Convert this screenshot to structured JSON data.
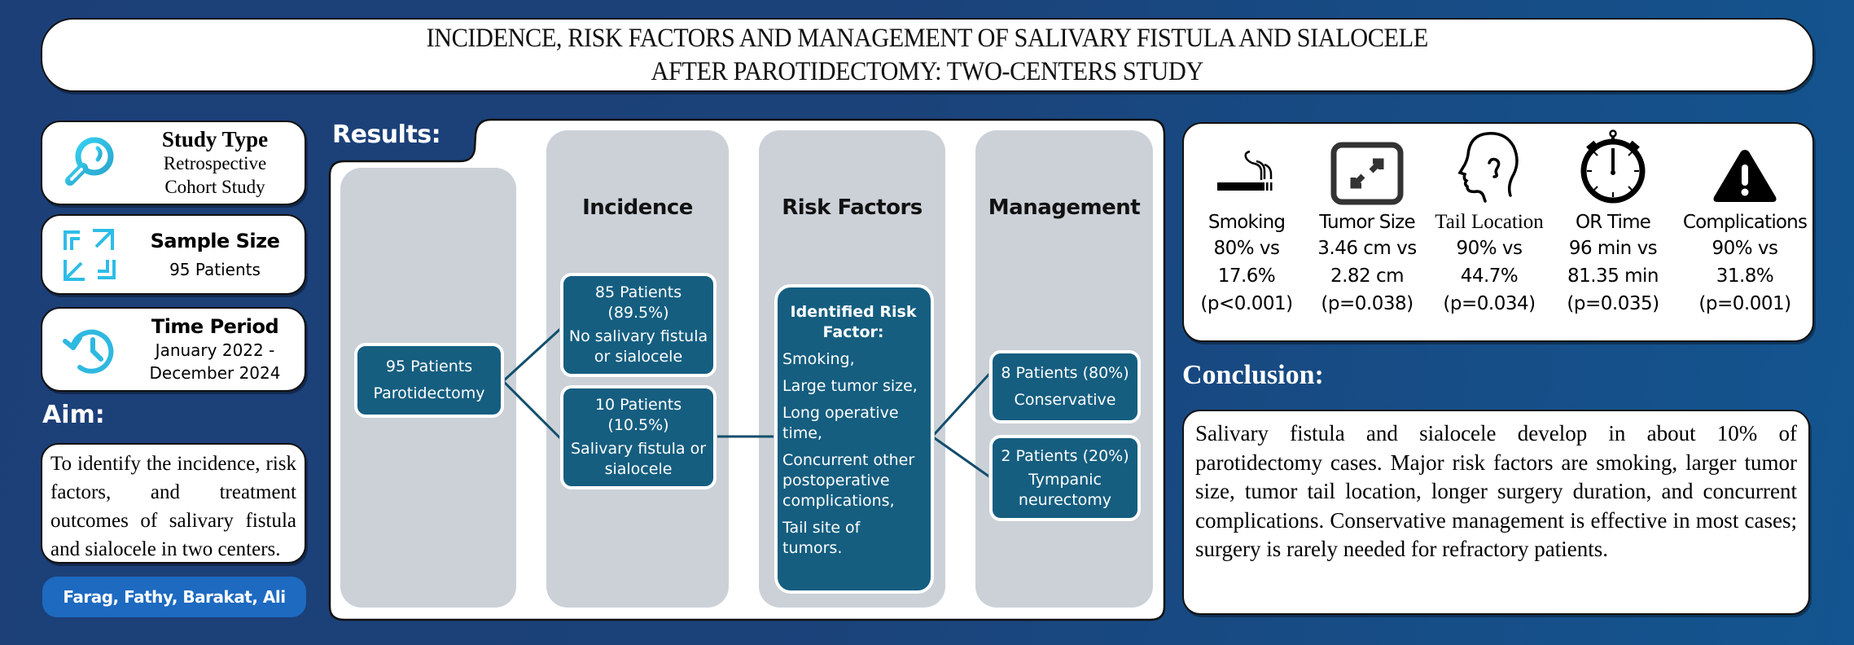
{
  "title": {
    "line1": "INCIDENCE, RISK FACTORS AND MANAGEMENT OF SALIVARY FISTULA AND SIALOCELE",
    "line2": "AFTER PAROTIDECTOMY: TWO-CENTERS STUDY"
  },
  "info_cards": [
    {
      "icon": "magnifier-icon",
      "heading": "Study Type",
      "lines": [
        "Retrospective",
        "Cohort Study"
      ]
    },
    {
      "icon": "expand-arrows-icon",
      "heading": "Sample Size",
      "lines": [
        "95 Patients"
      ]
    },
    {
      "icon": "history-clock-icon",
      "heading": "Time Period",
      "lines": [
        "January 2022 -",
        "December 2024"
      ]
    }
  ],
  "aim": {
    "label": "Aim:",
    "text": "To identify the incidence, risk factors, and treatment outcomes of salivary fistula and sialocele in two centers."
  },
  "authors": "Farag, Fathy, Barakat, Ali",
  "results": {
    "label": "Results:",
    "columns": [
      {
        "heading": ""
      },
      {
        "heading": "Incidence"
      },
      {
        "heading": "Risk Factors"
      },
      {
        "heading": "Management"
      }
    ],
    "root": {
      "line1": "95 Patients",
      "line2": "Parotidectomy"
    },
    "incidence": [
      {
        "count": "85 Patients",
        "pct": "(89.5%)",
        "label": "No salivary fistula or sialocele"
      },
      {
        "count": "10 Patients",
        "pct": "(10.5%)",
        "label": "Salivary fistula or sialocele"
      }
    ],
    "risk_factors": {
      "title": "Identified Risk Factor:",
      "items": [
        "Smoking,",
        "Large tumor size,",
        "Long operative time,",
        "Concurrent other postoperative complications,",
        "Tail site of tumors."
      ]
    },
    "management": [
      {
        "count": "8 Patients (80%)",
        "label": "Conservative"
      },
      {
        "count": "2 Patients (20%)",
        "label": "Tympanic neurectomy"
      }
    ]
  },
  "stats": [
    {
      "icon": "cigarette-icon",
      "name": "Smoking",
      "v1": "80% vs",
      "v2": "17.6%",
      "p": "(p<0.001)"
    },
    {
      "icon": "resize-icon",
      "name": "Tumor Size",
      "v1": "3.46 cm vs",
      "v2": "2.82 cm",
      "p": "(p=0.038)"
    },
    {
      "icon": "head-ear-icon",
      "name": "Tail Location",
      "v1": "90% vs",
      "v2": "44.7%",
      "p": "(p=0.034)"
    },
    {
      "icon": "stopwatch-icon",
      "name": "OR Time",
      "v1": "96 min vs",
      "v2": "81.35 min",
      "p": "(p=0.035)"
    },
    {
      "icon": "warning-icon",
      "name": "Complications",
      "v1": "90% vs",
      "v2": "31.8%",
      "p": "(p=0.001)"
    }
  ],
  "conclusion": {
    "label": "Conclusion:",
    "text": "Salivary fistula and sialocele develop in about 10% of parotidectomy cases. Major risk factors are smoking, larger tumor size, tumor tail location, longer surgery duration, and concurrent complications. Conservative management is effective in most cases; surgery is rarely needed for refractory patients."
  },
  "colors": {
    "background": "#1c3f78",
    "flow_box": "#155e80",
    "column_gray": "#ccd1d8",
    "icon_cyan": "#2ec4e8",
    "author_pill": "#1d6ac0"
  }
}
